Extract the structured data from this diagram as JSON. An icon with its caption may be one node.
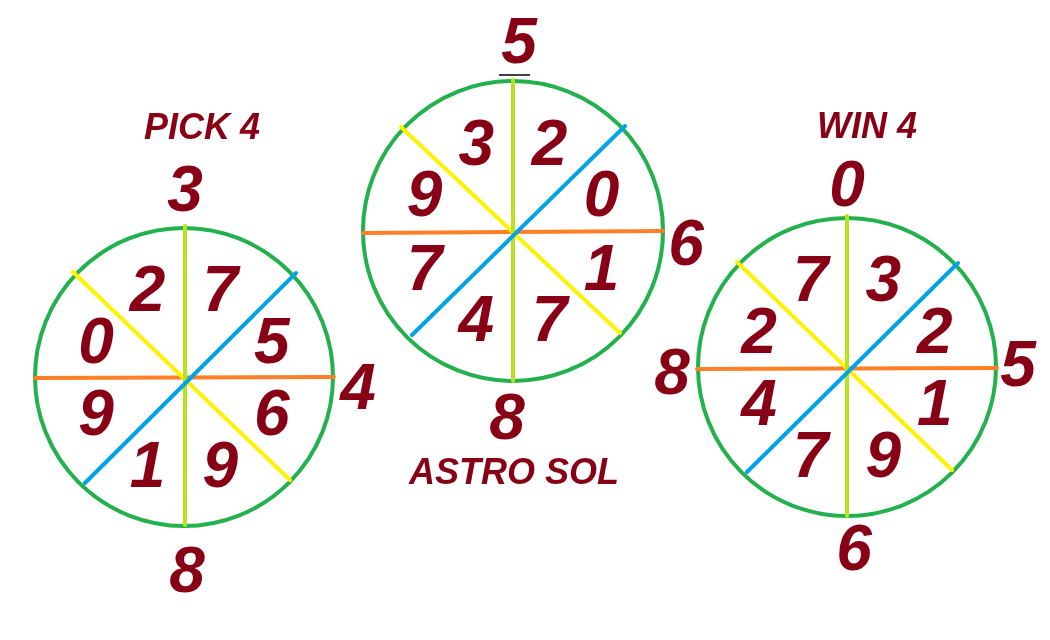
{
  "diagram": {
    "nodes": [
      {
        "text": [
          "2",
          "7",
          "0",
          "5",
          "9",
          "6",
          "1",
          "9"
        ],
        "beside": [
          "PICK 4",
          "3",
          "4",
          "8"
        ]
      },
      {
        "text": [
          "3",
          "2",
          "9",
          "0",
          "7",
          "1",
          "4",
          "7"
        ],
        "beside": [
          "5",
          "6",
          "8",
          "ASTRO SOL"
        ]
      },
      {
        "text": [
          "7",
          "3",
          "2",
          "2",
          "4",
          "1",
          "7",
          "9"
        ],
        "beside": [
          "WIN 4",
          "0",
          "8",
          "5",
          "6"
        ]
      }
    ]
  }
}
